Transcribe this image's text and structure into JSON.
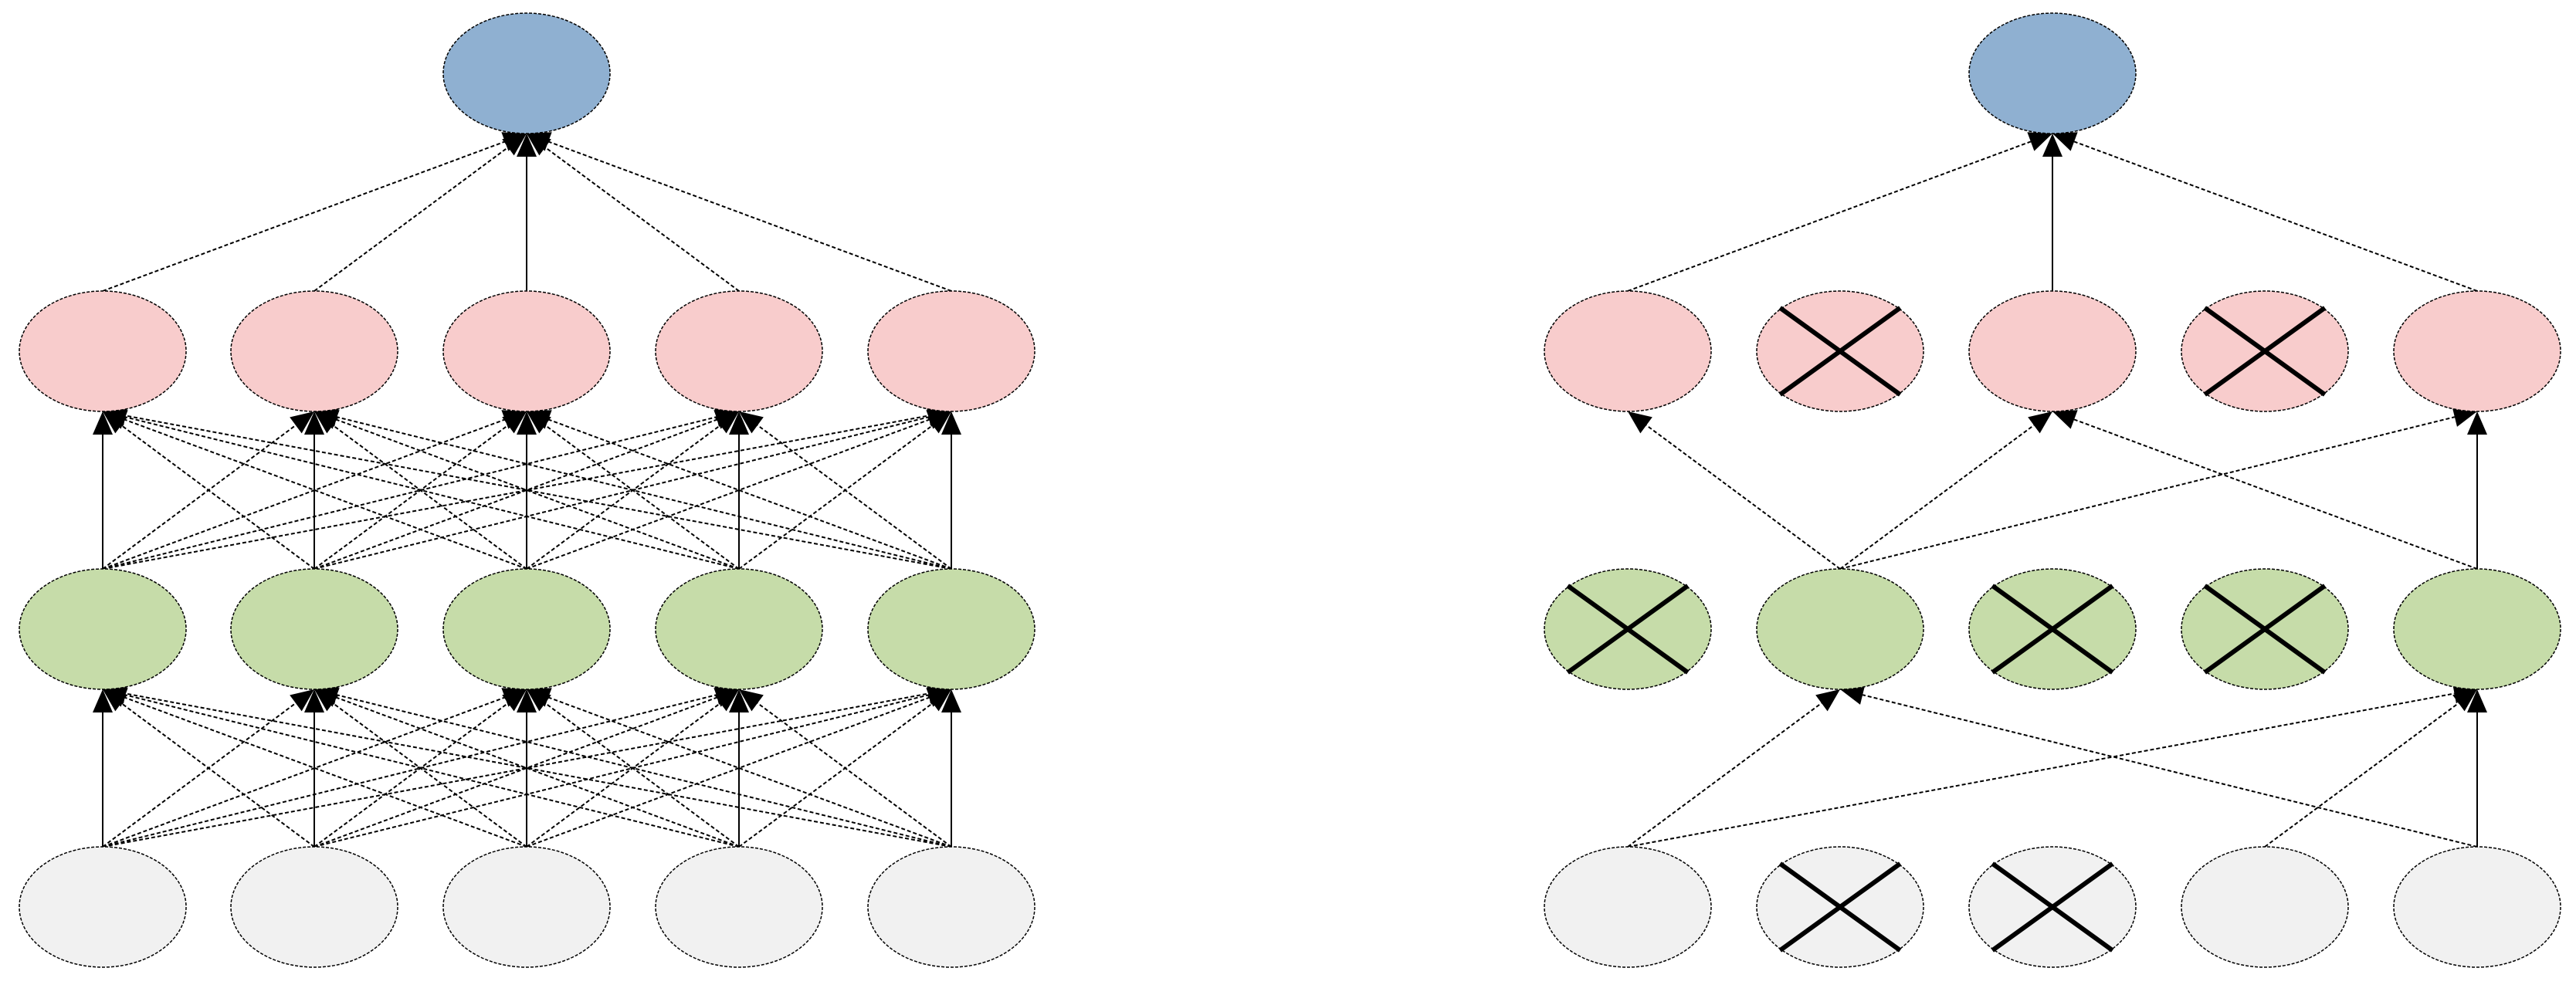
{
  "colors": {
    "output": "#8fb0d1",
    "hidden2": "#f8cccc",
    "hidden1": "#c6dca9",
    "input": "#f1f1f1",
    "stroke": "#000000"
  },
  "networks": [
    {
      "id": "standard",
      "layers": [
        {
          "role": "output",
          "count": 1,
          "dropped": []
        },
        {
          "role": "hidden2",
          "count": 5,
          "dropped": []
        },
        {
          "role": "hidden1",
          "count": 5,
          "dropped": []
        },
        {
          "role": "input",
          "count": 5,
          "dropped": []
        }
      ],
      "connections": [
        {
          "from": [
            1,
            0
          ],
          "to": [
            0,
            0
          ]
        },
        {
          "from": [
            1,
            1
          ],
          "to": [
            0,
            0
          ]
        },
        {
          "from": [
            1,
            2
          ],
          "to": [
            0,
            0
          ]
        },
        {
          "from": [
            1,
            3
          ],
          "to": [
            0,
            0
          ]
        },
        {
          "from": [
            1,
            4
          ],
          "to": [
            0,
            0
          ]
        },
        {
          "from": [
            2,
            0
          ],
          "to": [
            1,
            0
          ]
        },
        {
          "from": [
            2,
            0
          ],
          "to": [
            1,
            1
          ]
        },
        {
          "from": [
            2,
            0
          ],
          "to": [
            1,
            2
          ]
        },
        {
          "from": [
            2,
            0
          ],
          "to": [
            1,
            3
          ]
        },
        {
          "from": [
            2,
            0
          ],
          "to": [
            1,
            4
          ]
        },
        {
          "from": [
            2,
            1
          ],
          "to": [
            1,
            0
          ]
        },
        {
          "from": [
            2,
            1
          ],
          "to": [
            1,
            1
          ]
        },
        {
          "from": [
            2,
            1
          ],
          "to": [
            1,
            2
          ]
        },
        {
          "from": [
            2,
            1
          ],
          "to": [
            1,
            3
          ]
        },
        {
          "from": [
            2,
            1
          ],
          "to": [
            1,
            4
          ]
        },
        {
          "from": [
            2,
            2
          ],
          "to": [
            1,
            0
          ]
        },
        {
          "from": [
            2,
            2
          ],
          "to": [
            1,
            1
          ]
        },
        {
          "from": [
            2,
            2
          ],
          "to": [
            1,
            2
          ]
        },
        {
          "from": [
            2,
            2
          ],
          "to": [
            1,
            3
          ]
        },
        {
          "from": [
            2,
            2
          ],
          "to": [
            1,
            4
          ]
        },
        {
          "from": [
            2,
            3
          ],
          "to": [
            1,
            0
          ]
        },
        {
          "from": [
            2,
            3
          ],
          "to": [
            1,
            1
          ]
        },
        {
          "from": [
            2,
            3
          ],
          "to": [
            1,
            2
          ]
        },
        {
          "from": [
            2,
            3
          ],
          "to": [
            1,
            3
          ]
        },
        {
          "from": [
            2,
            3
          ],
          "to": [
            1,
            4
          ]
        },
        {
          "from": [
            2,
            4
          ],
          "to": [
            1,
            0
          ]
        },
        {
          "from": [
            2,
            4
          ],
          "to": [
            1,
            1
          ]
        },
        {
          "from": [
            2,
            4
          ],
          "to": [
            1,
            2
          ]
        },
        {
          "from": [
            2,
            4
          ],
          "to": [
            1,
            3
          ]
        },
        {
          "from": [
            2,
            4
          ],
          "to": [
            1,
            4
          ]
        },
        {
          "from": [
            3,
            0
          ],
          "to": [
            2,
            0
          ]
        },
        {
          "from": [
            3,
            0
          ],
          "to": [
            2,
            1
          ]
        },
        {
          "from": [
            3,
            0
          ],
          "to": [
            2,
            2
          ]
        },
        {
          "from": [
            3,
            0
          ],
          "to": [
            2,
            3
          ]
        },
        {
          "from": [
            3,
            0
          ],
          "to": [
            2,
            4
          ]
        },
        {
          "from": [
            3,
            1
          ],
          "to": [
            2,
            0
          ]
        },
        {
          "from": [
            3,
            1
          ],
          "to": [
            2,
            1
          ]
        },
        {
          "from": [
            3,
            1
          ],
          "to": [
            2,
            2
          ]
        },
        {
          "from": [
            3,
            1
          ],
          "to": [
            2,
            3
          ]
        },
        {
          "from": [
            3,
            1
          ],
          "to": [
            2,
            4
          ]
        },
        {
          "from": [
            3,
            2
          ],
          "to": [
            2,
            0
          ]
        },
        {
          "from": [
            3,
            2
          ],
          "to": [
            2,
            1
          ]
        },
        {
          "from": [
            3,
            2
          ],
          "to": [
            2,
            2
          ]
        },
        {
          "from": [
            3,
            2
          ],
          "to": [
            2,
            3
          ]
        },
        {
          "from": [
            3,
            2
          ],
          "to": [
            2,
            4
          ]
        },
        {
          "from": [
            3,
            3
          ],
          "to": [
            2,
            0
          ]
        },
        {
          "from": [
            3,
            3
          ],
          "to": [
            2,
            1
          ]
        },
        {
          "from": [
            3,
            3
          ],
          "to": [
            2,
            2
          ]
        },
        {
          "from": [
            3,
            3
          ],
          "to": [
            2,
            3
          ]
        },
        {
          "from": [
            3,
            3
          ],
          "to": [
            2,
            4
          ]
        },
        {
          "from": [
            3,
            4
          ],
          "to": [
            2,
            0
          ]
        },
        {
          "from": [
            3,
            4
          ],
          "to": [
            2,
            1
          ]
        },
        {
          "from": [
            3,
            4
          ],
          "to": [
            2,
            2
          ]
        },
        {
          "from": [
            3,
            4
          ],
          "to": [
            2,
            3
          ]
        },
        {
          "from": [
            3,
            4
          ],
          "to": [
            2,
            4
          ]
        }
      ]
    },
    {
      "id": "dropout",
      "layers": [
        {
          "role": "output",
          "count": 1,
          "dropped": []
        },
        {
          "role": "hidden2",
          "count": 5,
          "dropped": [
            1,
            3
          ]
        },
        {
          "role": "hidden1",
          "count": 5,
          "dropped": [
            0,
            2,
            3
          ]
        },
        {
          "role": "input",
          "count": 5,
          "dropped": [
            1,
            2
          ]
        }
      ],
      "connections": [
        {
          "from": [
            1,
            0
          ],
          "to": [
            0,
            0
          ]
        },
        {
          "from": [
            1,
            2
          ],
          "to": [
            0,
            0
          ]
        },
        {
          "from": [
            1,
            4
          ],
          "to": [
            0,
            0
          ]
        },
        {
          "from": [
            2,
            1
          ],
          "to": [
            1,
            0
          ]
        },
        {
          "from": [
            2,
            1
          ],
          "to": [
            1,
            2
          ]
        },
        {
          "from": [
            2,
            1
          ],
          "to": [
            1,
            4
          ]
        },
        {
          "from": [
            2,
            4
          ],
          "to": [
            1,
            2
          ]
        },
        {
          "from": [
            2,
            4
          ],
          "to": [
            1,
            4
          ]
        },
        {
          "from": [
            3,
            0
          ],
          "to": [
            2,
            1
          ]
        },
        {
          "from": [
            3,
            0
          ],
          "to": [
            2,
            4
          ]
        },
        {
          "from": [
            3,
            3
          ],
          "to": [
            2,
            4
          ]
        },
        {
          "from": [
            3,
            4
          ],
          "to": [
            2,
            1
          ]
        },
        {
          "from": [
            3,
            4
          ],
          "to": [
            2,
            4
          ]
        }
      ]
    }
  ]
}
